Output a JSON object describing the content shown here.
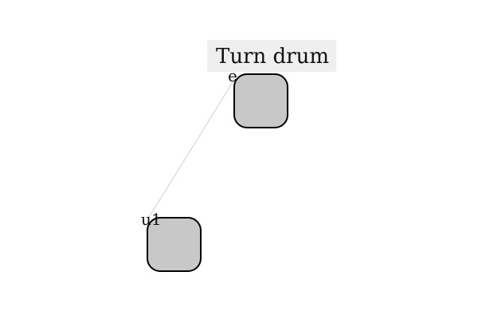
{
  "diagram": {
    "title": "Turn drum",
    "nodes": [
      {
        "id": "node-upper",
        "port_label": "e"
      },
      {
        "id": "node-lower",
        "port_label": "u1"
      }
    ],
    "edges": [
      {
        "from": "node-upper",
        "to": "node-lower"
      }
    ]
  }
}
